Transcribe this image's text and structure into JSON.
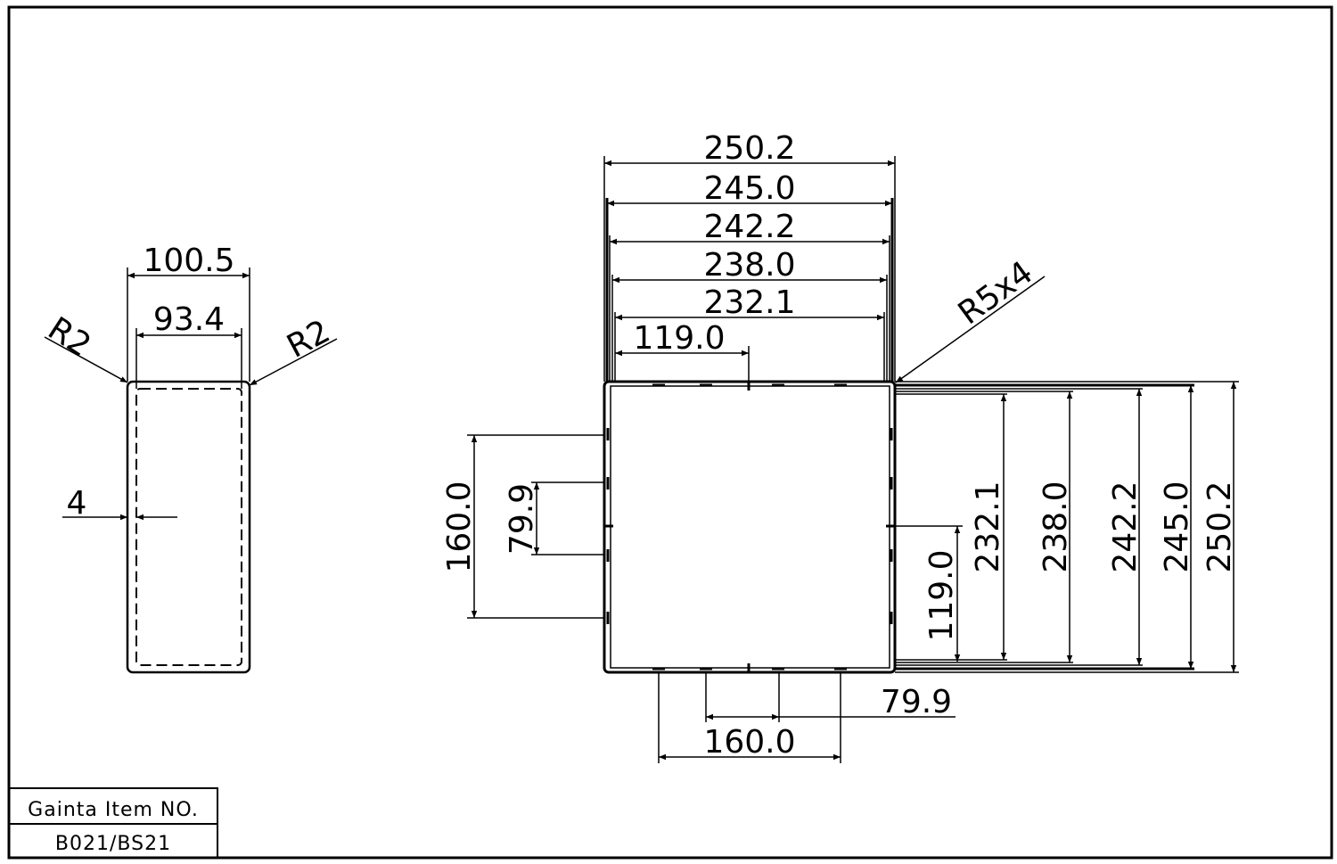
{
  "side_view": {
    "width_outer": "100.5",
    "width_inner": "93.4",
    "radius_left": "R2",
    "radius_right": "R2",
    "wall_thickness": "4"
  },
  "front_view": {
    "top_dims": [
      "250.2",
      "245.0",
      "242.2",
      "238.0",
      "232.1"
    ],
    "top_center": "119.0",
    "corner_radius": "R5x4",
    "right_dims": [
      "232.1",
      "238.0",
      "242.2",
      "245.0",
      "250.2"
    ],
    "right_center": "119.0",
    "left_outer": "160.0",
    "left_inner": "79.9",
    "bottom_outer": "160.0",
    "bottom_inner": "79.9"
  },
  "title_block": {
    "label": "Gainta Item NO.",
    "value": "B021/BS21"
  }
}
